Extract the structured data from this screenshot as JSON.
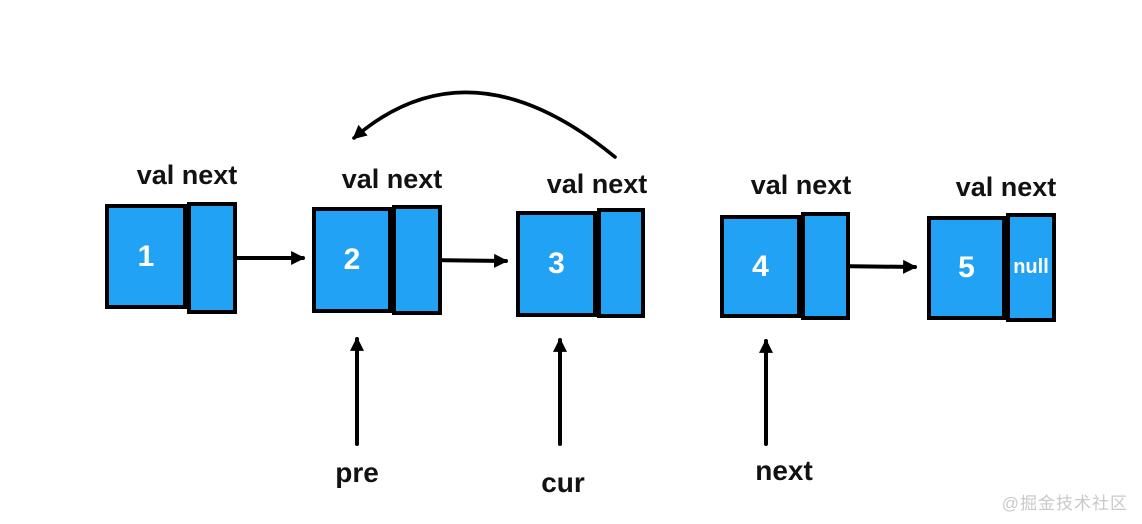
{
  "diagram_type": "singly-linked-list-reversal",
  "nodes": [
    {
      "header": "val next",
      "value": "1",
      "next_value": ""
    },
    {
      "header": "val next",
      "value": "2",
      "next_value": ""
    },
    {
      "header": "val next",
      "value": "3",
      "next_value": ""
    },
    {
      "header": "val next",
      "value": "4",
      "next_value": ""
    },
    {
      "header": "val next",
      "value": "5",
      "next_value": "null"
    }
  ],
  "pointers": [
    {
      "label": "pre",
      "points_to_node": "2"
    },
    {
      "label": "cur",
      "points_to_node": "3"
    },
    {
      "label": "next",
      "points_to_node": "4"
    }
  ],
  "edges": [
    {
      "from": "node-1",
      "to": "node-2",
      "type": "straight"
    },
    {
      "from": "node-2",
      "to": "node-3",
      "type": "straight"
    },
    {
      "from": "node-4",
      "to": "node-5",
      "type": "straight"
    },
    {
      "from": "node-3",
      "to": "node-2",
      "type": "curved-reversal"
    },
    {
      "from": "node-5",
      "to": "null",
      "type": "terminal"
    }
  ],
  "watermark": "@掘金技术社区",
  "colors": {
    "node_fill": "#22A2F4",
    "node_border": "#000000",
    "node_text": "#FFFFFF",
    "label_text": "#121212",
    "arrow": "#000000",
    "watermark_text": "#C9C9C9",
    "background": "#FFFFFF"
  }
}
